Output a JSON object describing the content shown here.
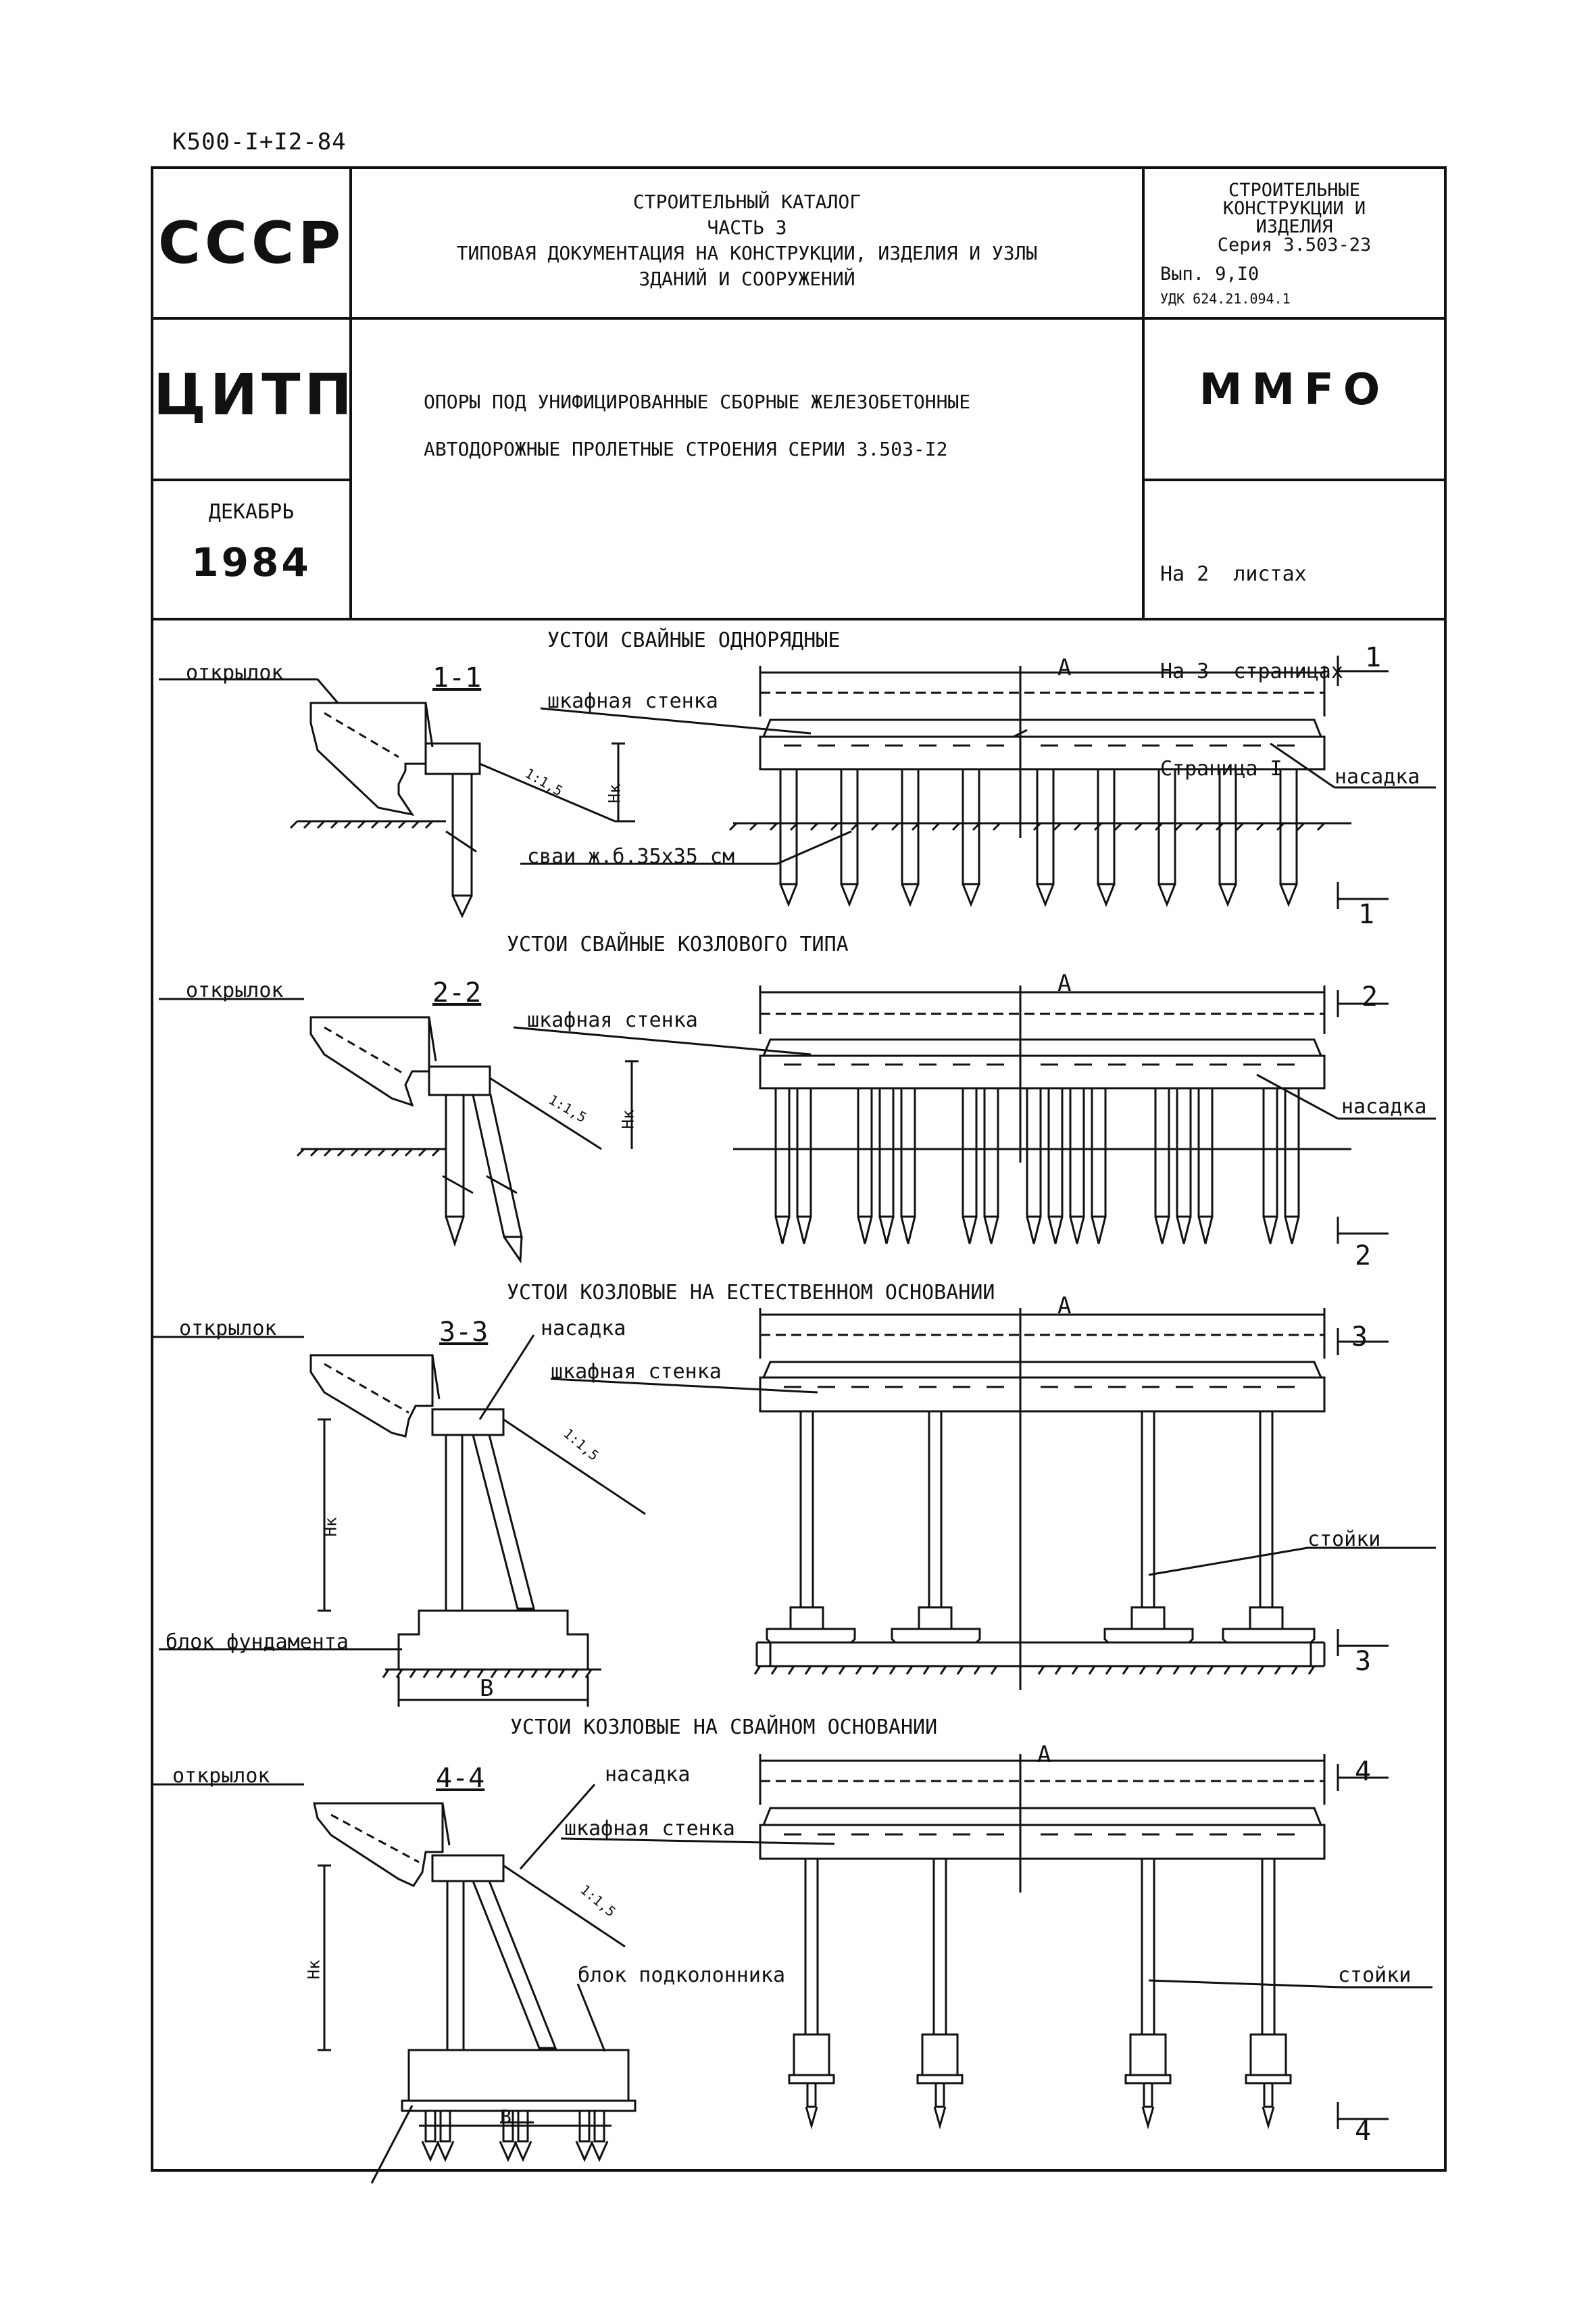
{
  "doc_code": "К500-I+I2-84",
  "header": {
    "left_top": "СССР",
    "left_mid": "ЦИТП",
    "date_month": "ДЕКАБРЬ",
    "date_year": "1984",
    "catalog_lines": [
      "СТРОИТЕЛЬНЫЙ КАТАЛОГ",
      "ЧАСТЬ 3",
      "ТИПОВАЯ ДОКУМЕНТАЦИЯ НА КОНСТРУКЦИИ, ИЗДЕЛИЯ И УЗЛЫ",
      "ЗДАНИЙ И СООРУЖЕНИЙ"
    ],
    "title_lines": [
      "ОПОРЫ ПОД УНИФИЦИРОВАННЫЕ СБОРНЫЕ ЖЕЛЕЗОБЕТОННЫЕ",
      "АВТОДОРОЖНЫЕ ПРОЛЕТНЫЕ СТРОЕНИЯ СЕРИИ  3.503-I2"
    ],
    "right_lines": [
      "СТРОИТЕЛЬНЫЕ",
      "КОНСТРУКЦИИ И",
      "ИЗДЕЛИЯ",
      "Серия 3.503-23",
      "Вып. 9,I0",
      "УДК 624.21.094.1"
    ],
    "code": "MMFO",
    "sheets_lines": [
      "На 2  листах",
      "На 3  страницах",
      "Страница I"
    ]
  },
  "sections": [
    {
      "title": "УСТОИ СВАЙНЫЕ ОДНОРЯДНЫЕ",
      "cut": "1-1",
      "marker": "1",
      "dim_a": "A",
      "slope": "1:1,5",
      "height": "Hк",
      "labels": [
        "открылок",
        "шкафная стенка",
        "насадка",
        "сваи ж.б.35х35 см"
      ]
    },
    {
      "title": "УСТОИ СВАЙНЫЕ КОЗЛОВОГО ТИПА",
      "cut": "2-2",
      "marker": "2",
      "dim_a": "A",
      "slope": "1:1,5",
      "height": "Hк",
      "labels": [
        "открылок",
        "шкафная стенка",
        "насадка"
      ]
    },
    {
      "title": "УСТОИ КОЗЛОВЫЕ НА ЕСТЕСТВЕННОМ ОСНОВАНИИ",
      "cut": "3-3",
      "marker": "3",
      "dim_a": "A",
      "dim_b": "B",
      "slope": "1:1,5",
      "height": "Hк",
      "labels": [
        "открылок",
        "насадка",
        "шкафная стенка",
        "стойки",
        "блок фундамента"
      ]
    },
    {
      "title": "УСТОИ КОЗЛОВЫЕ НА СВАЙНОМ ОСНОВАНИИ",
      "cut": "4-4",
      "marker": "4",
      "dim_a": "A",
      "dim_b": "B",
      "slope": "1:1,5",
      "height": "Hк",
      "labels": [
        "открылок",
        "насадка",
        "шкафная стенка",
        "блок подколонника",
        "стойки"
      ]
    }
  ]
}
